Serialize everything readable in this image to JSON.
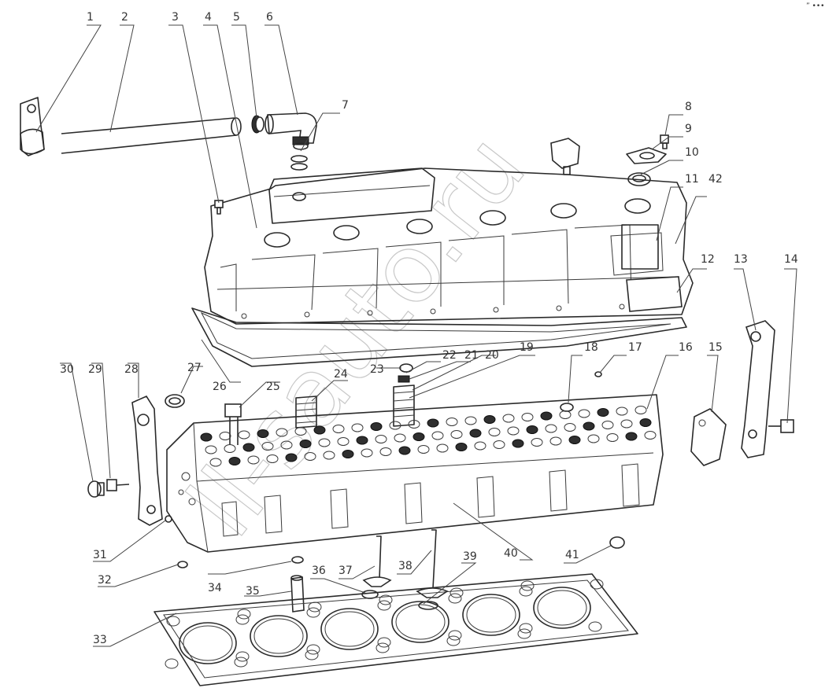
{
  "callouts": {
    "n1": "1",
    "n2": "2",
    "n3": "3",
    "n4": "4",
    "n5": "5",
    "n6": "6",
    "n7": "7",
    "n8": "8",
    "n9": "9",
    "n10": "10",
    "n11": "11",
    "n12": "12",
    "n13": "13",
    "n14": "14",
    "n15": "15",
    "n16": "16",
    "n17": "17",
    "n18": "18",
    "n19": "19",
    "n20": "20",
    "n21": "21",
    "n22": "22",
    "n23": "23",
    "n24": "24",
    "n25": "25",
    "n26": "26",
    "n27": "27",
    "n28": "28",
    "n29": "29",
    "n30": "30",
    "n31": "31",
    "n32": "32",
    "n33": "33",
    "n34": "34",
    "n35": "35",
    "n36": "36",
    "n37": "37",
    "n38": "38",
    "n39": "39",
    "n40": "40",
    "n41": "41",
    "n42": "42"
  },
  "corner_mark": "ˮ •••",
  "colors": {
    "line": "#2a2a2a",
    "text": "#333333",
    "watermark": "#c8c8c8"
  }
}
